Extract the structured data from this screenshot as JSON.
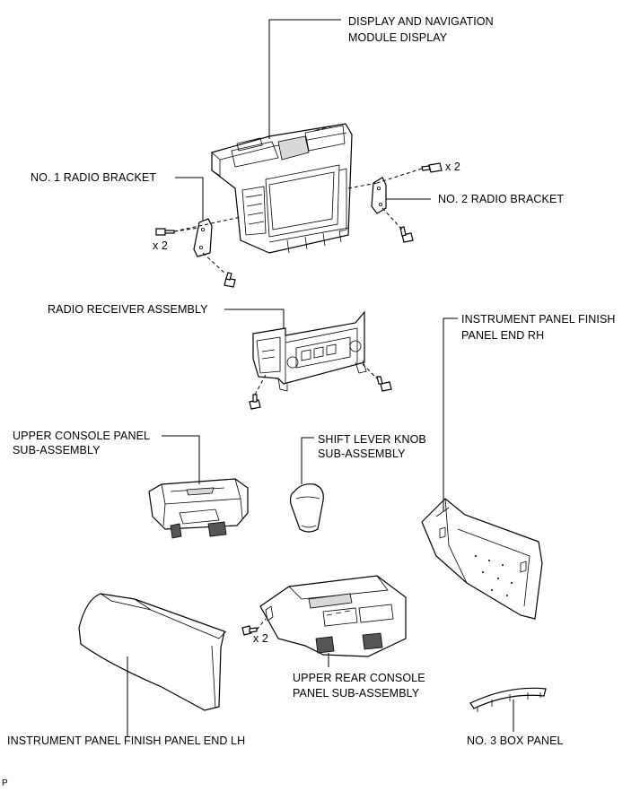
{
  "labels": {
    "display_nav_line1": "DISPLAY AND NAVIGATION",
    "display_nav_line2": "MODULE DISPLAY",
    "radio_bracket_1": "NO. 1 RADIO BRACKET",
    "radio_bracket_2": "NO. 2 RADIO BRACKET",
    "qty_bolt_right": "x 2",
    "qty_bolt_left": "x 2",
    "radio_receiver": "RADIO RECEIVER ASSEMBLY",
    "panel_end_rh_line1": "INSTRUMENT PANEL FINISH",
    "panel_end_rh_line2": "PANEL END RH",
    "upper_console_line1": "UPPER CONSOLE PANEL",
    "upper_console_line2": "SUB-ASSEMBLY",
    "shift_knob_line1": "SHIFT LEVER KNOB",
    "shift_knob_line2": "SUB-ASSEMBLY",
    "qty_console_clips": "x 2",
    "upper_rear_console_line1": "UPPER REAR CONSOLE",
    "upper_rear_console_line2": "PANEL SUB-ASSEMBLY",
    "panel_end_lh": "INSTRUMENT PANEL FINISH PANEL END LH",
    "box_panel_3": "NO. 3 BOX PANEL",
    "corner_code": "P"
  }
}
